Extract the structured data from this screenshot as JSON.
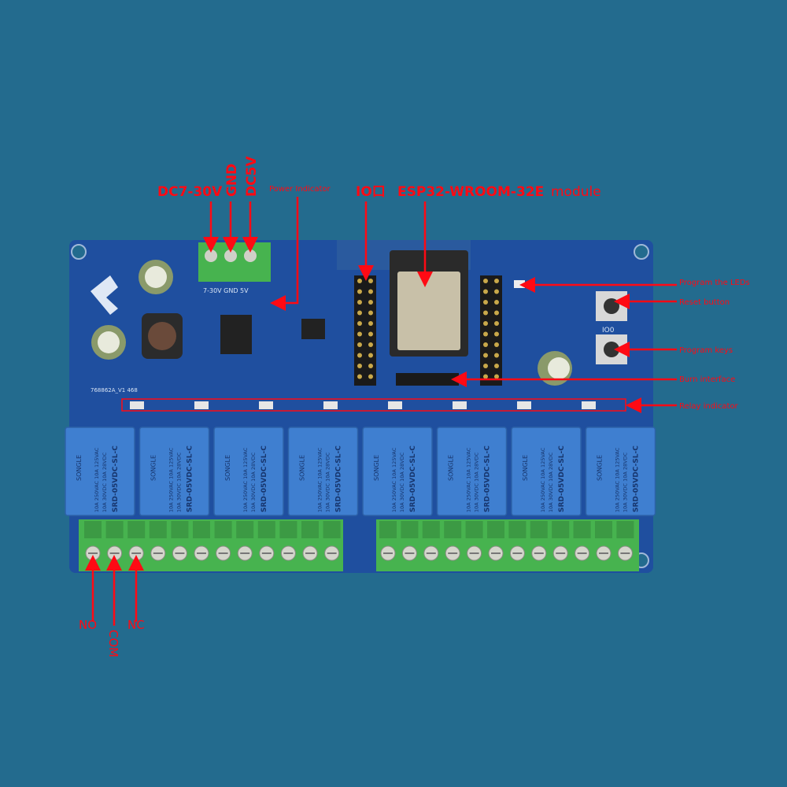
{
  "colors": {
    "background": "#236b8e",
    "board": "#1f4f9f",
    "relay": "#3f7fd0",
    "terminal": "#47b34f",
    "annotation": "#ff0a14"
  },
  "top_labels": {
    "dc_in": "DC7-30V",
    "gnd": "GND",
    "dc5v": "DC5V",
    "power_indicator": "Power Indicator",
    "io": "IO口",
    "esp_module": "ESP32-WROOM-32E",
    "module_word": "module"
  },
  "right_labels": {
    "program_leds": "Program the LEDs",
    "reset_button": "Reset button",
    "program_keys": "Program keys",
    "burn_interface": "Burn interface",
    "relay_indicator": "Relay indicator"
  },
  "bottom_labels": {
    "no": "NO",
    "com": "COM",
    "nc": "NC"
  },
  "board": {
    "model": "768862A_V1 468",
    "power_silk": "7-30V GND 5V",
    "button_label": "IO0"
  },
  "relay": {
    "brand": "SONGLE",
    "rating1": "10A 250VAC 10A 125VAC",
    "rating2": "10A 30VDC 10A 28VDC",
    "model": "SRD-05VDC-SL-C",
    "count": 8
  },
  "terminals": {
    "left_count": 12,
    "right_count": 12
  }
}
